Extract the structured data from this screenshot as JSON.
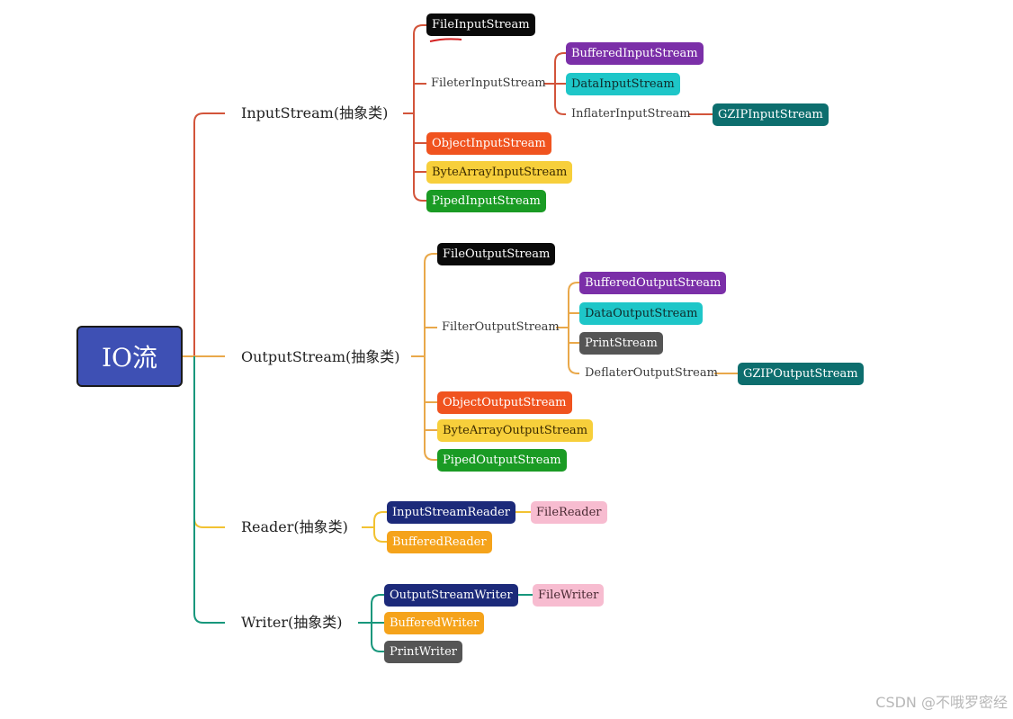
{
  "root": {
    "label": "IO流"
  },
  "branches": {
    "input": {
      "label": "InputStream(抽象类)",
      "file": "FileInputStream",
      "filter": "FileterInputStream",
      "buffered": "BufferedInputStream",
      "data": "DataInputStream",
      "inflater": "InflaterInputStream",
      "gzip": "GZIPInputStream",
      "object": "ObjectInputStream",
      "bytearray": "ByteArrayInputStream",
      "piped": "PipedInputStream"
    },
    "output": {
      "label": "OutputStream(抽象类)",
      "file": "FileOutputStream",
      "filter": "FilterOutputStream",
      "buffered": "BufferedOutputStream",
      "data": "DataOutputStream",
      "print": "PrintStream",
      "deflater": "DeflaterOutputStream",
      "gzip": "GZIPOutputStream",
      "object": "ObjectOutputStream",
      "bytearray": "ByteArrayOutputStream",
      "piped": "PipedOutputStream"
    },
    "reader": {
      "label": "Reader(抽象类)",
      "isr": "InputStreamReader",
      "file": "FileReader",
      "buffered": "BufferedReader"
    },
    "writer": {
      "label": "Writer(抽象类)",
      "osw": "OutputStreamWriter",
      "file": "FileWriter",
      "buffered": "BufferedWriter",
      "print": "PrintWriter"
    }
  },
  "watermark": "CSDN @不哦罗密经",
  "colors": {
    "root": "#3e50b4",
    "input_line": "#d2543a",
    "output_line": "#e9a84a",
    "reader_line": "#f2c232",
    "writer_line": "#17977c",
    "black": "#0a0a0a",
    "purple": "#7b2fa8",
    "cyan": "#1ec6c8",
    "teal": "#0d6e6e",
    "orange_red": "#f0531f",
    "yellow": "#f7cf3b",
    "green": "#1a9b24",
    "gray": "#555555",
    "navy": "#1c2a7a",
    "orange": "#f5a31b",
    "pink": "#f7bcd0"
  }
}
